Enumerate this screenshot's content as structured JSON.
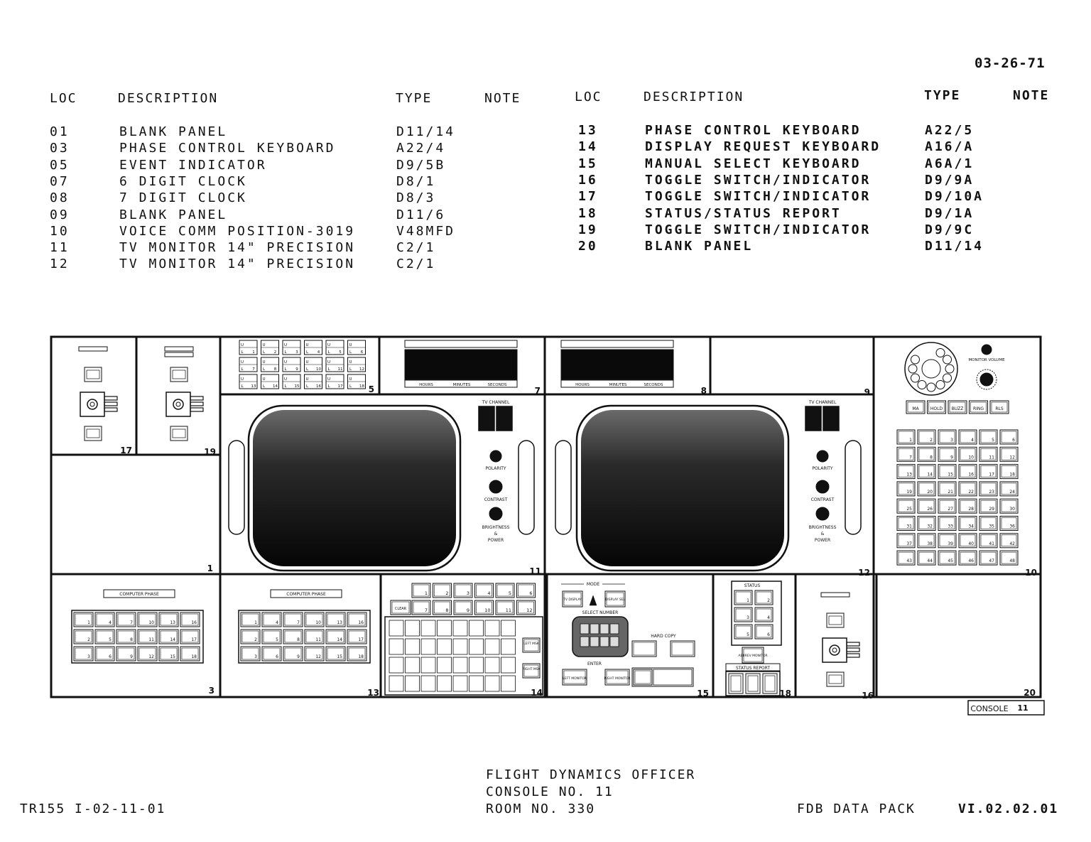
{
  "date": "03-26-71",
  "header": {
    "loc": "LOC",
    "description": "DESCRIPTION",
    "type": "TYPE",
    "note": "NOTE"
  },
  "left_rows": [
    {
      "loc": "01",
      "desc": "BLANK PANEL",
      "type": "D11/14"
    },
    {
      "loc": "03",
      "desc": "PHASE CONTROL KEYBOARD",
      "type": "A22/4"
    },
    {
      "loc": "05",
      "desc": "EVENT INDICATOR",
      "type": "D9/5B"
    },
    {
      "loc": "07",
      "desc": "6 DIGIT CLOCK",
      "type": "D8/1"
    },
    {
      "loc": "08",
      "desc": "7 DIGIT CLOCK",
      "type": "D8/3"
    },
    {
      "loc": "09",
      "desc": "BLANK PANEL",
      "type": "D11/6"
    },
    {
      "loc": "10",
      "desc": "VOICE COMM POSITION-3019",
      "type": "V48MFD"
    },
    {
      "loc": "11",
      "desc": "TV MONITOR 14\" PRECISION",
      "type": "C2/1"
    },
    {
      "loc": "12",
      "desc": "TV MONITOR 14\" PRECISION",
      "type": "C2/1"
    }
  ],
  "right_rows": [
    {
      "loc": "13",
      "desc": "PHASE CONTROL KEYBOARD",
      "type": "A22/5"
    },
    {
      "loc": "14",
      "desc": "DISPLAY REQUEST KEYBOARD",
      "type": "A16/A"
    },
    {
      "loc": "15",
      "desc": "MANUAL SELECT KEYBOARD",
      "type": "A6A/1"
    },
    {
      "loc": "16",
      "desc": "TOGGLE SWITCH/INDICATOR",
      "type": "D9/9A"
    },
    {
      "loc": "17",
      "desc": "TOGGLE SWITCH/INDICATOR",
      "type": "D9/10A"
    },
    {
      "loc": "18",
      "desc": "STATUS/STATUS REPORT",
      "type": "D9/1A"
    },
    {
      "loc": "19",
      "desc": "TOGGLE SWITCH/INDICATOR",
      "type": "D9/9C"
    },
    {
      "loc": "20",
      "desc": "BLANK PANEL",
      "type": "D11/14"
    }
  ],
  "diagram": {
    "panel_numbers": {
      "p17": "17",
      "p19": "19",
      "p1": "1",
      "p5": "5",
      "p7": "7",
      "p8": "8",
      "p9": "9",
      "p11": "11",
      "p12": "12",
      "p10": "10",
      "p3": "3",
      "p13": "13",
      "p14": "14",
      "p15": "15",
      "p18": "18",
      "p16": "16",
      "p20": "20"
    },
    "clock_labels": [
      "HOURS",
      "MINUTES",
      "SECONDS"
    ],
    "tv_channel": "TV CHANNEL",
    "polarity": "POLARITY",
    "contrast": "CONTRAST",
    "brightness": [
      "BRIGHTNESS",
      "&",
      "POWER"
    ],
    "monitor_volume": "MONITOR VOLUME",
    "comm_buttons": [
      "MA",
      "HOLD",
      "BUZZ",
      "RING",
      "RLS"
    ],
    "comm_keys": [
      "1",
      "2",
      "3",
      "4",
      "5",
      "6",
      "7",
      "8",
      "9",
      "10",
      "11",
      "12",
      "13",
      "14",
      "15",
      "16",
      "17",
      "18",
      "19",
      "20",
      "21",
      "22",
      "23",
      "24",
      "25",
      "26",
      "27",
      "28",
      "29",
      "30",
      "31",
      "32",
      "33",
      "34",
      "35",
      "36",
      "37",
      "38",
      "39",
      "40",
      "41",
      "42",
      "43",
      "44",
      "45",
      "46",
      "47",
      "48"
    ],
    "event_keys": [
      "1",
      "2",
      "3",
      "4",
      "5",
      "6",
      "7",
      "8",
      "9",
      "10",
      "11",
      "12",
      "13",
      "14",
      "15",
      "16",
      "17",
      "18"
    ],
    "event_letters": [
      "U",
      "L"
    ],
    "computer_phase": "COMPUTER PHASE",
    "phase_keys": [
      "1",
      "4",
      "7",
      "10",
      "13",
      "16",
      "2",
      "5",
      "8",
      "11",
      "14",
      "17",
      "3",
      "6",
      "9",
      "12",
      "15",
      "18"
    ],
    "display_keys_top": [
      "1",
      "2",
      "3",
      "4",
      "5",
      "6"
    ],
    "display_keys_bottom": [
      "7",
      "8",
      "9",
      "10",
      "11",
      "12"
    ],
    "clear": "CLEAR",
    "left_msk": "LEFT MSK",
    "right_msk": "RIGHT MSK",
    "mode": "MODE",
    "tv_display": "TV DISPLAY",
    "display_sel": "DISPLAY SEL",
    "select_number": "SELECT NUMBER",
    "hard_copy": "HARD COPY",
    "enter": "ENTER",
    "left_monitor": "LEFT MONITOR",
    "right_monitor": "RIGHT MONITOR",
    "status": "STATUS",
    "status_keys": [
      "1",
      "2",
      "3",
      "4",
      "5",
      "6"
    ],
    "abbrev_monitor": "ABBREV MONITOR",
    "status_report": "STATUS REPORT",
    "console_tag": "CONSOLE 11"
  },
  "footer": {
    "left": "TR155 I-02-11-01",
    "title1": "FLIGHT DYNAMICS OFFICER",
    "title2": "CONSOLE NO. 11",
    "title3": "ROOM NO. 330",
    "pack": "FDB DATA PACK",
    "code": "VI.02.02.01"
  }
}
